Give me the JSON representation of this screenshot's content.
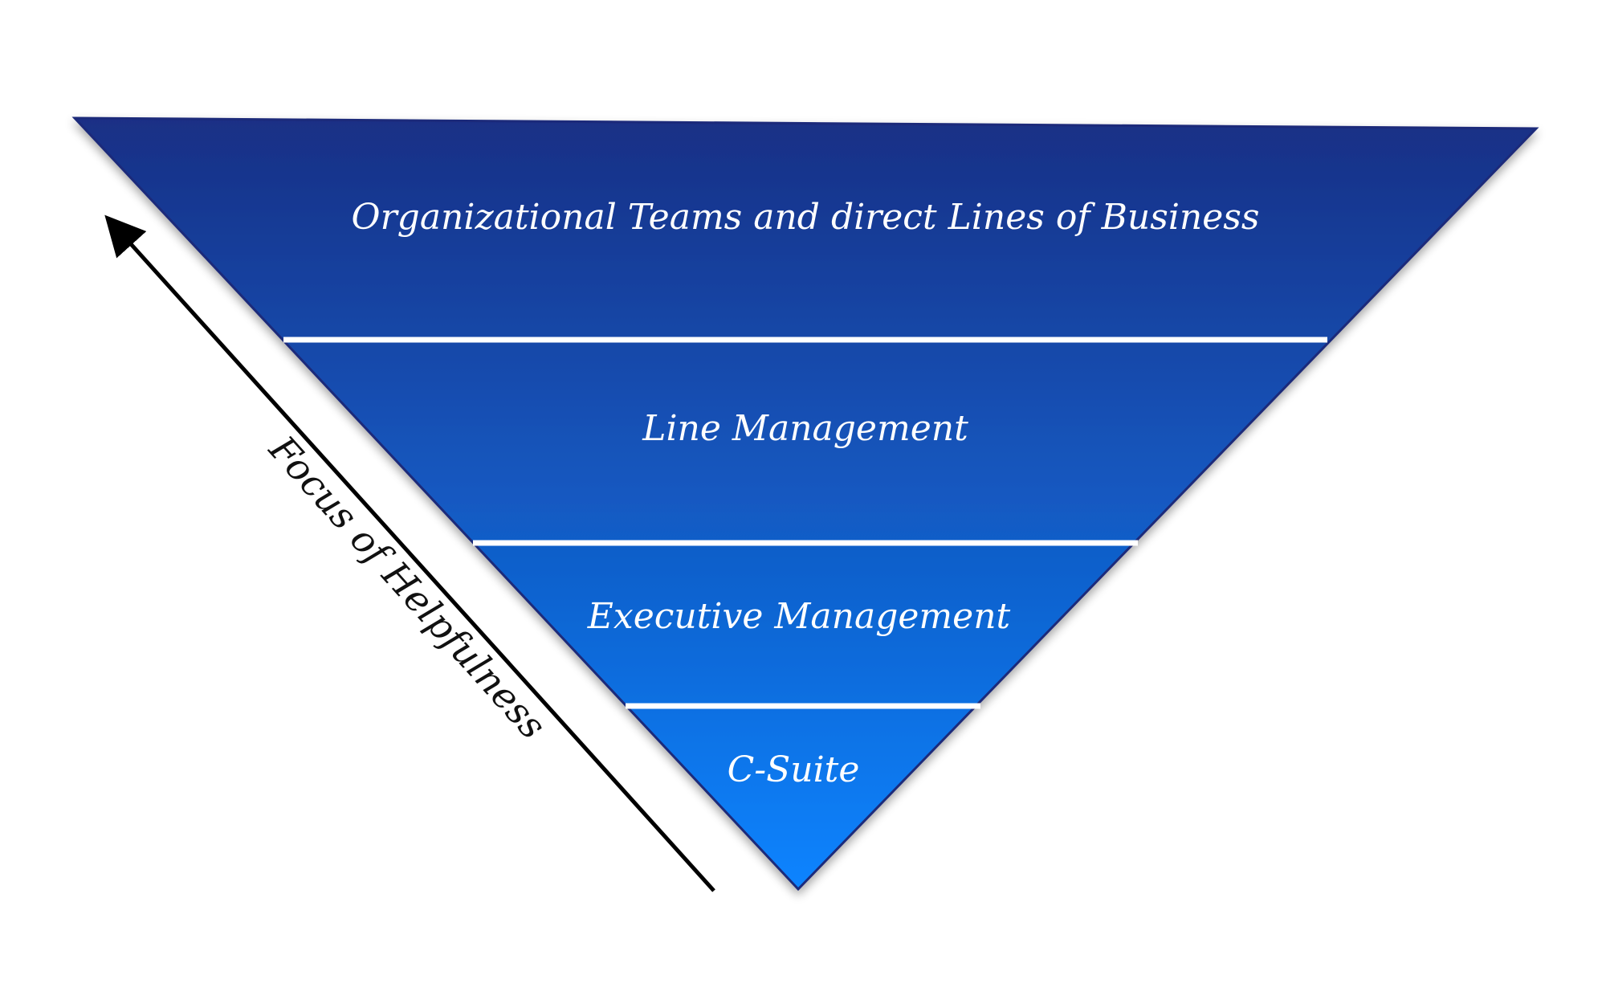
{
  "diagram": {
    "tiers": [
      {
        "label": "Organizational Teams and direct Lines of Business"
      },
      {
        "label": "Line Management"
      },
      {
        "label": "Executive Management"
      },
      {
        "label": "C-Suite"
      }
    ],
    "arrow_label": "Focus of Helpfulness",
    "colors": {
      "top": "#1a2f85",
      "bottom": "#0a84ff",
      "divider": "#ffffff",
      "outline": "#1b2a7a",
      "arrow": "#000000"
    }
  }
}
